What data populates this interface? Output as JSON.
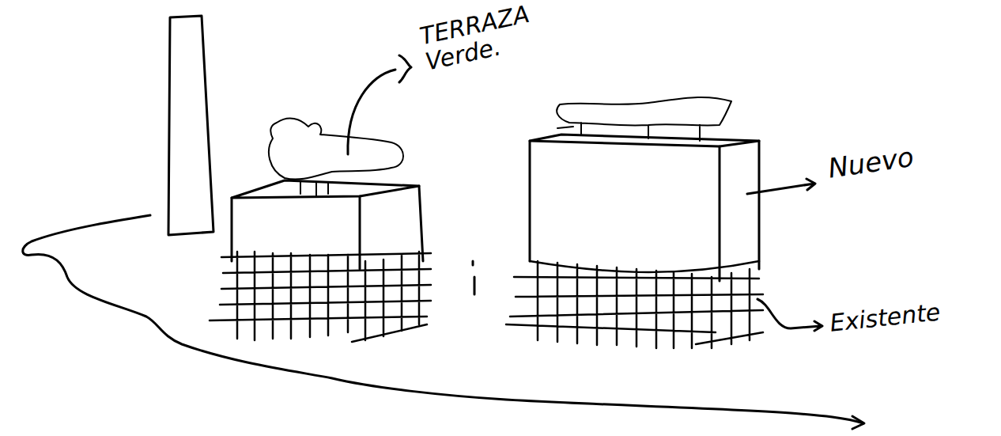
{
  "diagram": {
    "labels": [
      "TERRAZA Verde.",
      "Nuevo",
      "Existente"
    ]
  }
}
